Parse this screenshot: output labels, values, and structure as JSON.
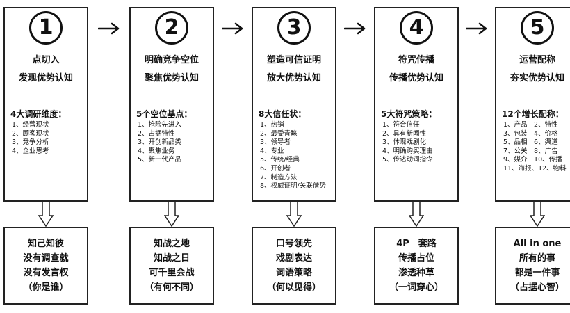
{
  "stages": [
    {
      "number": "1",
      "title1": "点切入",
      "title2": "发现优势认知",
      "head": "4大调研维度：",
      "items": [
        "1、经营现状",
        "2、顾客现状",
        "3、竞争分析",
        "4、企业思考"
      ],
      "outcome": [
        "知己知彼",
        "没有调查就",
        "没有发言权",
        "（你是谁）"
      ]
    },
    {
      "number": "2",
      "title1": "明确竞争空位",
      "title2": "聚焦优势认知",
      "head": "5个空位基点：",
      "items": [
        "1、抢险先进入",
        "2、占据特性",
        "3、开创新品类",
        "4、聚焦业务",
        "5、新一代产品"
      ],
      "outcome": [
        "知战之地",
        "知战之日",
        "可千里会战",
        "（有何不同）"
      ]
    },
    {
      "number": "3",
      "title1": "塑造可信证明",
      "title2": "放大优势认知",
      "head": "8大信任状：",
      "items": [
        "1、热销",
        "2、最受青睐",
        "3、领导者",
        "4、专业",
        "5、传统/经典",
        "6、开创者",
        "7、制造方法",
        "8、权威证明/关联借势"
      ],
      "outcome": [
        "口号领先",
        "戏剧表达",
        "词语策略",
        "（何以见得）"
      ]
    },
    {
      "number": "4",
      "title1": "符咒传播",
      "title2": "传播优势认知",
      "head": "5大符咒策略：",
      "items": [
        "1、符合信任",
        "2、具有新闻性",
        "3、体现戏剧化",
        "4、明确购买理由",
        "5、传达动词指令"
      ],
      "outcome": [
        "4P　套路",
        "传播占位",
        "渗透种草",
        "（一词穿心）"
      ]
    },
    {
      "number": "5",
      "title1": "运营配称",
      "title2": "夯实优势认知",
      "head": "12个增长配称：",
      "items": [
        "1、产品　2、特性",
        "3、包装　4、价格",
        "5、品相　6、渠道",
        "7、公关　8、广告",
        "9、媒介　10、传播",
        "11、海报、12、物料"
      ],
      "outcome": [
        "All in one",
        "所有的事",
        "都是一件事",
        "（占据心智）"
      ]
    }
  ]
}
